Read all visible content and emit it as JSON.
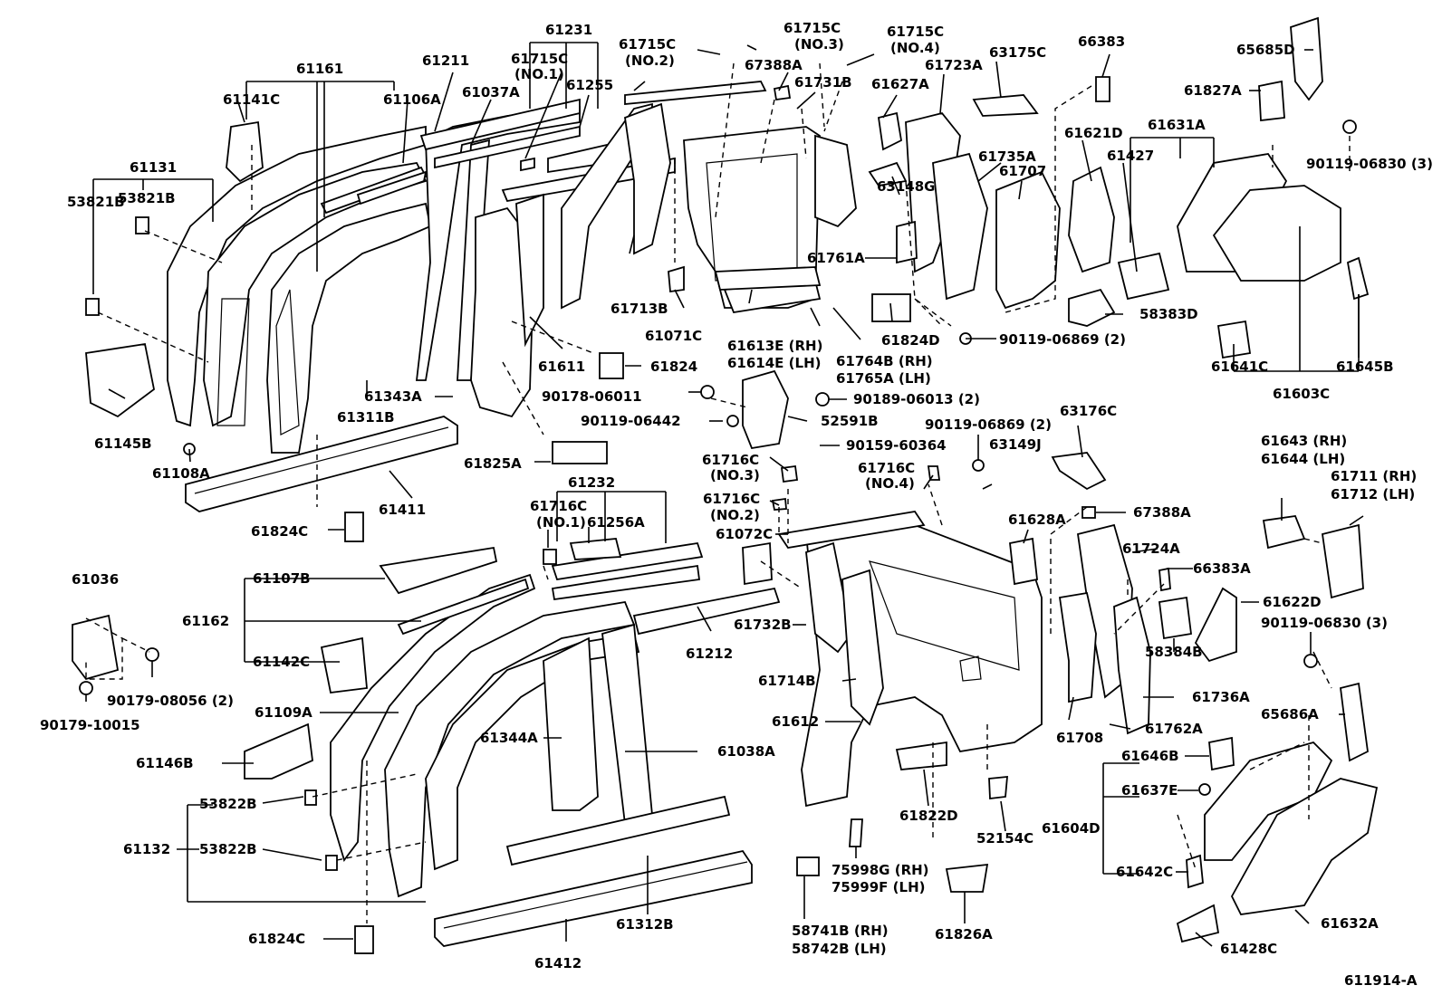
{
  "diagram_id": "611914-A",
  "labels": [
    "61161",
    "61211",
    "61231",
    "61715C",
    "61715C",
    "61715C",
    "61715C",
    "66383",
    "65685D",
    "(NO.1)",
    "(NO.2)",
    "(NO.3)",
    "(NO.4)",
    "61141C",
    "61106A",
    "61037A",
    "61255",
    "67388A",
    "61723A",
    "63175C",
    "61731B",
    "61627A",
    "61827A",
    "61131",
    "53821B",
    "53821B",
    "61621D",
    "61631A",
    "61735A",
    "61707",
    "61427",
    "90119-06830 (3)",
    "63148G",
    "61761A",
    "61713B",
    "61071C",
    "61613E (RH)",
    "61614E (LH)",
    "61824D",
    "90119-06869 (2)",
    "58383D",
    "61611",
    "61824",
    "61764B (RH)",
    "61765A (LH)",
    "61641C",
    "61645B",
    "61603C",
    "61145B",
    "61343A",
    "90178-06011",
    "90189-06013 (2)",
    "61311B",
    "90119-06442",
    "52591B",
    "61108A",
    "90159-60364",
    "90119-06869 (2)",
    "63176C",
    "61825A",
    "61716C",
    "(NO.3)",
    "63149J",
    "61716C",
    "(NO.4)",
    "61411",
    "61232",
    "61716C",
    "(NO.2)",
    "61643 (RH)",
    "61644 (LH)",
    "61716C",
    "(NO.1)",
    "61256A",
    "61824C",
    "61072C",
    "61628A",
    "67388A",
    "61711 (RH)",
    "61712 (LH)",
    "61036",
    "61107B",
    "61724A",
    "66383A",
    "61162",
    "61622D",
    "90119-06830 (3)",
    "61732B",
    "61142C",
    "61212",
    "90179-08056 (2)",
    "58384B",
    "61714B",
    "61736A",
    "90179-10015",
    "61109A",
    "65686A",
    "61708",
    "61344A",
    "61038A",
    "61612",
    "61762A",
    "61146B",
    "61646B",
    "61637E",
    "53822B",
    "61822D",
    "61132",
    "53822B",
    "61604D",
    "52154C",
    "75998G (RH)",
    "75999F (LH)",
    "61642C",
    "61632A",
    "61824C",
    "58741B (RH)",
    "58742B (LH)",
    "61412",
    "61312B",
    "61826A",
    "61428C"
  ]
}
